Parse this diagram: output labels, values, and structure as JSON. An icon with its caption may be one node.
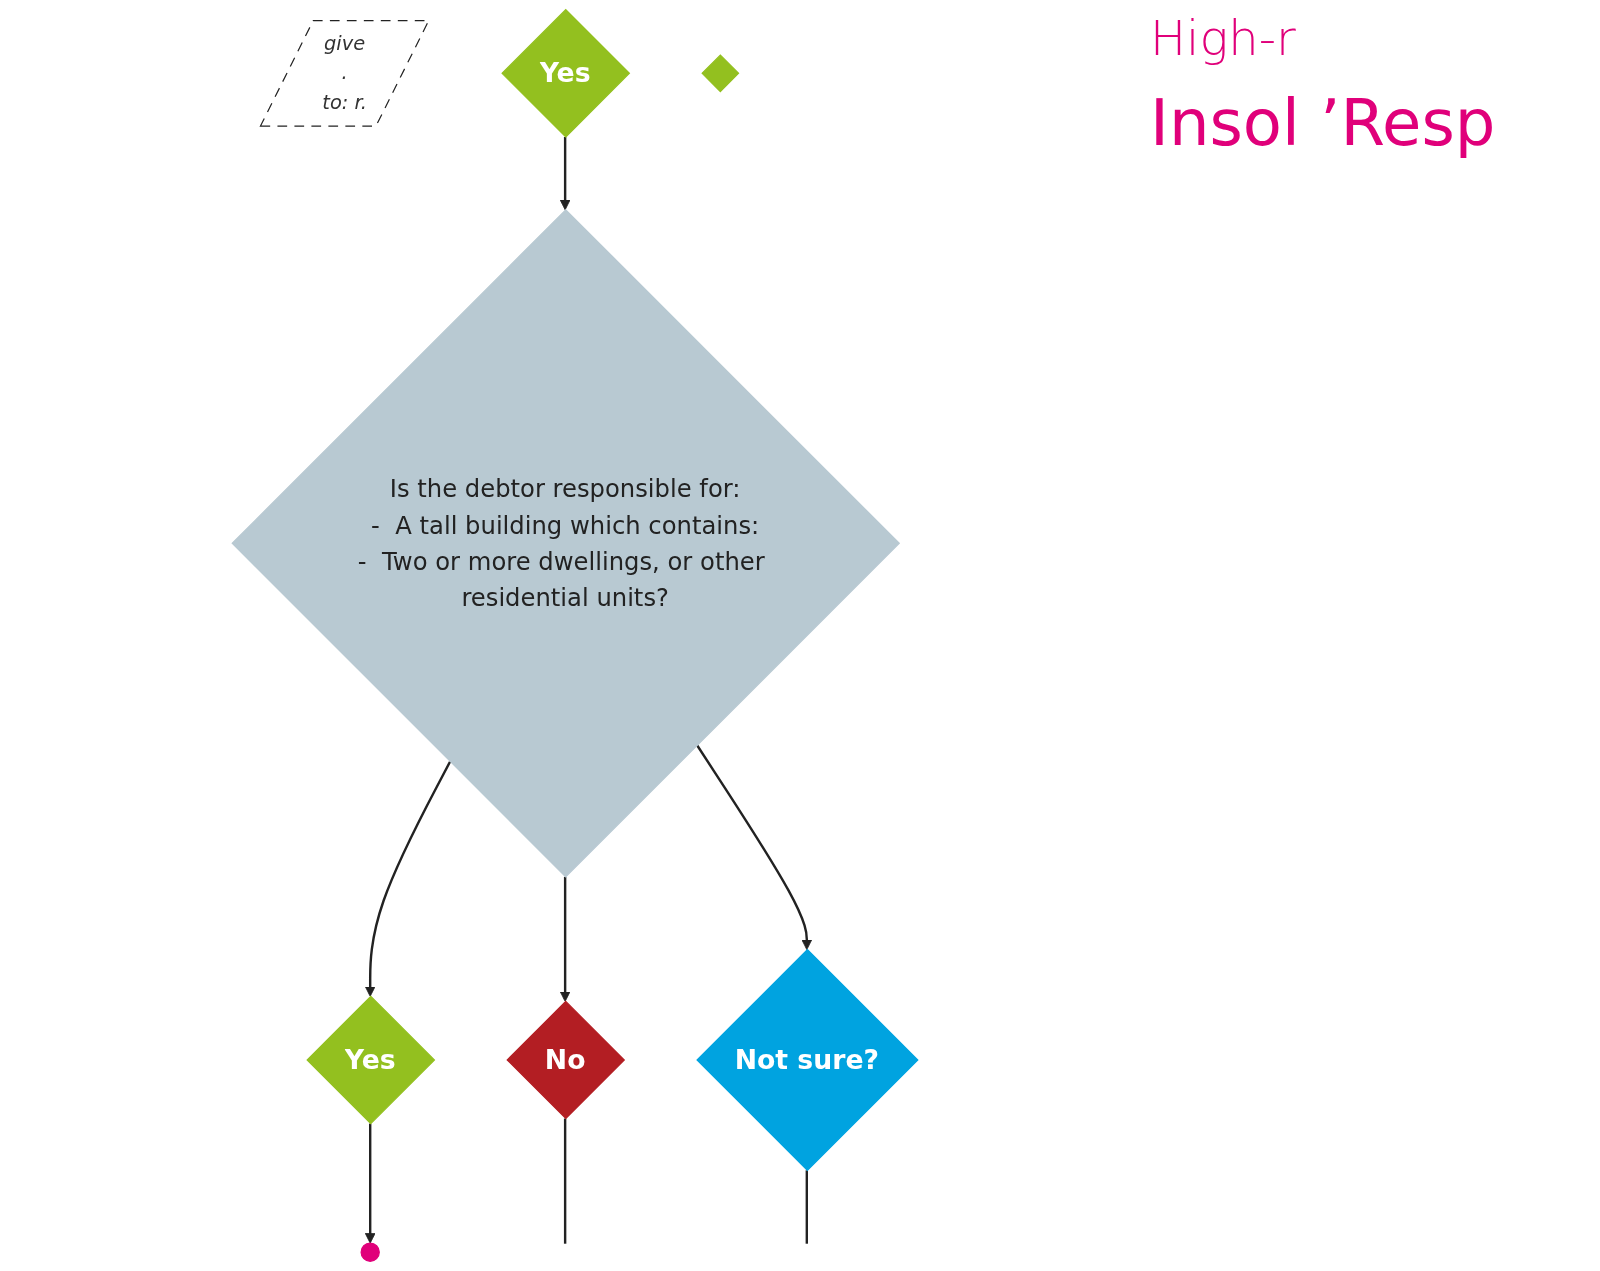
{
  "diagram": {
    "title": "Insol ’Resp",
    "nodes": [
      {
        "text": [
          "give",
          ".",
          "to: r."
        ]
      },
      {
        "text": [
          "Yes"
        ]
      },
      {
        "text": [
          "Is the debtor responsible for:",
          "-  A tall building which contains:",
          "-  Two or more dwellings, or other residential units?"
        ]
      },
      {
        "text": [
          "Yes"
        ]
      },
      {
        "text": [],
        "shape": "circle"
      },
      {
        "text": [
          "No"
        ]
      },
      {
        "text": [
          "Not sure?"
        ]
      },
      {
        "text": [],
        "shape": "diamond"
      }
    ],
    "edges": [
      {
        "from": 1,
        "to": 2,
        "arrow": "to"
      },
      {
        "from": 2,
        "to": 3,
        "arrow": "to"
      },
      {
        "from": 3,
        "to": 4,
        "arrow": "to"
      },
      {
        "from": 2,
        "to": 5,
        "arrow": "to"
      },
      {
        "from": 5,
        "to": null,
        "arrow": "none"
      },
      {
        "from": 2,
        "to": 6,
        "arrow": "to"
      },
      {
        "from": 6,
        "to": null,
        "arrow": "none"
      }
    ],
    "labels": [
      "High-r"
    ]
  }
}
